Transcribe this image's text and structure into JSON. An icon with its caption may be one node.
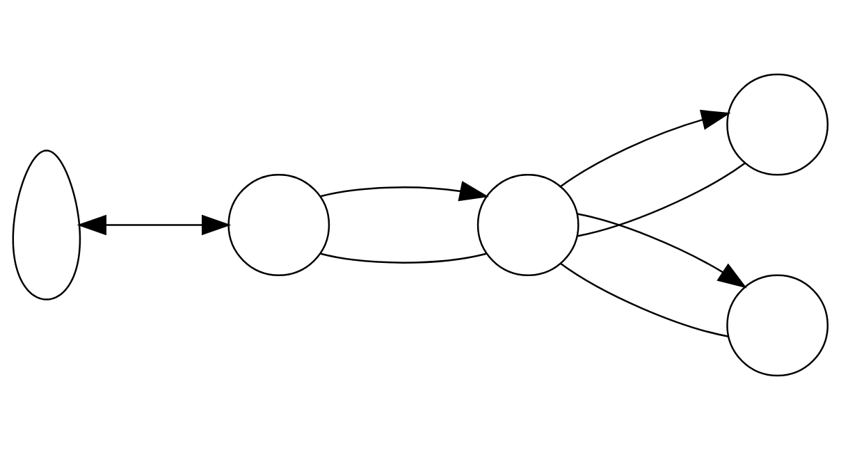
{
  "diagram": {
    "nodes": [
      {
        "text": [],
        "shape": "person"
      },
      {
        "text": [],
        "shape": "circle"
      },
      {
        "text": [],
        "shape": "circle"
      },
      {
        "text": [],
        "shape": "circle"
      },
      {
        "text": [],
        "shape": "circle"
      }
    ],
    "edges": [
      {
        "from": 0,
        "to": 1,
        "arrow": "both"
      },
      {
        "from": 1,
        "to": 2,
        "arrow": "none"
      },
      {
        "from": 1,
        "to": 2,
        "arrow": "to"
      },
      {
        "from": 2,
        "to": 3,
        "arrow": "none"
      },
      {
        "from": 2,
        "to": 3,
        "arrow": "to"
      },
      {
        "from": 2,
        "to": 4,
        "arrow": "none"
      },
      {
        "from": 2,
        "to": 4,
        "arrow": "to"
      }
    ]
  }
}
